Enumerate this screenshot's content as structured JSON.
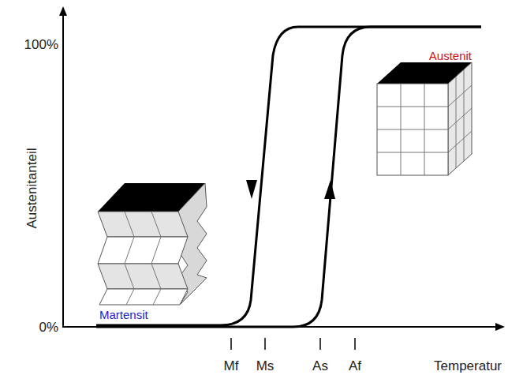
{
  "diagram": {
    "labels": [
      "100%",
      "0%",
      "Austenitanteil",
      "Austenit",
      "Martensit",
      "Mf",
      "Ms",
      "As",
      "Af",
      "Temperatur"
    ]
  }
}
